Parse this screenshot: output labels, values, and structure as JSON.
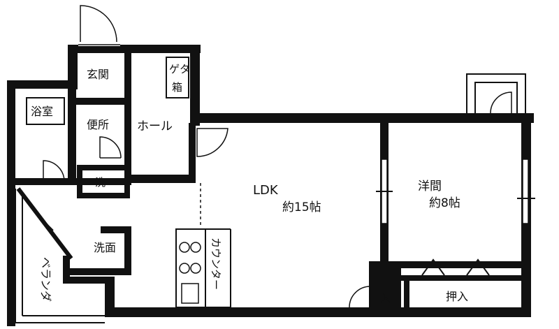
{
  "rooms": {
    "entrance": "玄関",
    "shoe_box_line1": "ゲタ",
    "shoe_box_line2": "箱",
    "bathroom": "浴室",
    "toilet": "便所",
    "hall": "ホール",
    "laundry": "洗",
    "washroom": "洗面",
    "balcony": "ベランダ",
    "ldk": "LDK",
    "ldk_size": "約15帖",
    "western_room": "洋間",
    "western_size": "約8帖",
    "closet_small": "入",
    "closet": "押入",
    "counter": "カウンター"
  }
}
